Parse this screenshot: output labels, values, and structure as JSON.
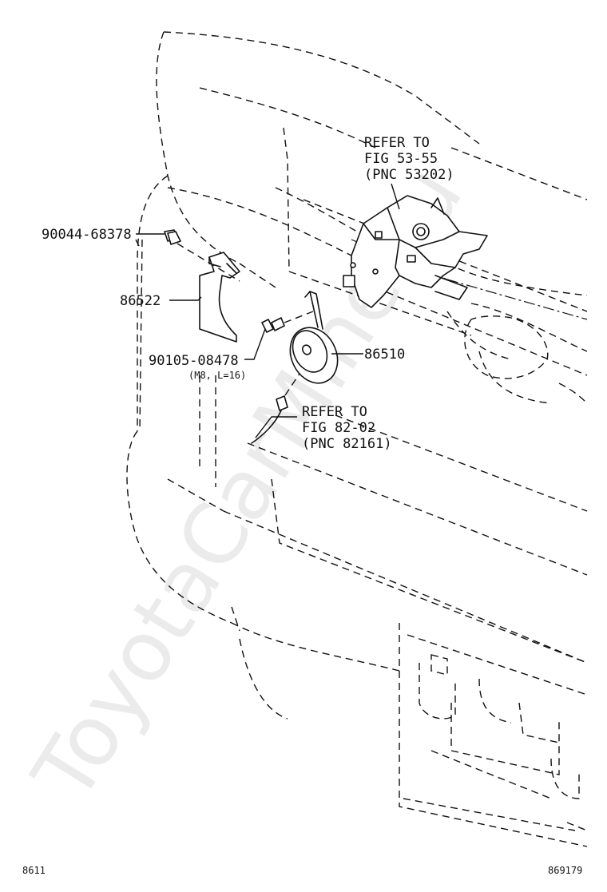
{
  "watermark": "ToyotaCarMine.ru",
  "callouts": {
    "part_90044": "90044-68378",
    "part_86522": "86522",
    "part_90105": "90105-08478",
    "part_90105_note": "(M8, L=16)",
    "part_86510": "86510"
  },
  "refer_top": {
    "line1": "REFER TO",
    "line2": "FIG 53-55",
    "line3": "(PNC 53202)"
  },
  "refer_mid": {
    "line1": "REFER TO",
    "line2": "FIG 82-02",
    "line3": "(PNC 82161)"
  },
  "footer": {
    "left_code": "8611",
    "right_code": "869179"
  }
}
